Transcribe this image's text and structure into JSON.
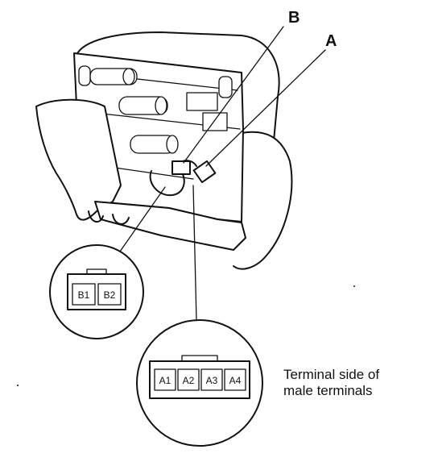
{
  "callouts": {
    "b_letter": "B",
    "a_letter": "A"
  },
  "connector_b": {
    "pins": [
      "B1",
      "B2"
    ]
  },
  "connector_a": {
    "pins": [
      "A1",
      "A2",
      "A3",
      "A4"
    ]
  },
  "caption": {
    "line1": "Terminal side of",
    "line2": "male terminals"
  }
}
